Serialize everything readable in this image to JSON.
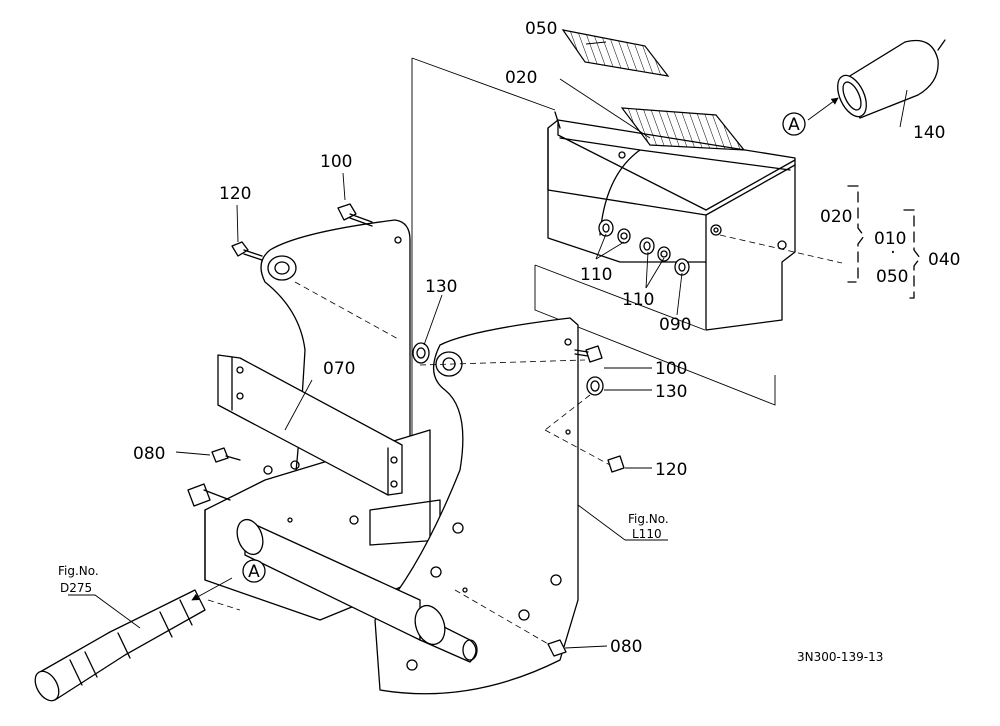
{
  "diagram": {
    "drawing_code": "3N300-139-13",
    "figure_refs": [
      {
        "id": "fig-l110",
        "label": "Fig.No.",
        "number": "L110"
      },
      {
        "id": "fig-d275",
        "label": "Fig.No.",
        "number": "D275"
      }
    ],
    "callout_letter": "A",
    "part_labels": {
      "p050_top": "050",
      "p020_top": "020",
      "p140": "140",
      "p100_left": "100",
      "p120_left": "120",
      "p130_mid": "130",
      "p110_a": "110",
      "p110_b": "110",
      "p090": "090",
      "p020_bracket": "020",
      "p010": "010",
      "p050_bracket": "050",
      "p040": "040",
      "p070": "070",
      "p100_right": "100",
      "p130_right": "130",
      "p080_left": "080",
      "p120_right": "120",
      "p080_bottom": "080"
    },
    "bracket_dot": "·"
  }
}
